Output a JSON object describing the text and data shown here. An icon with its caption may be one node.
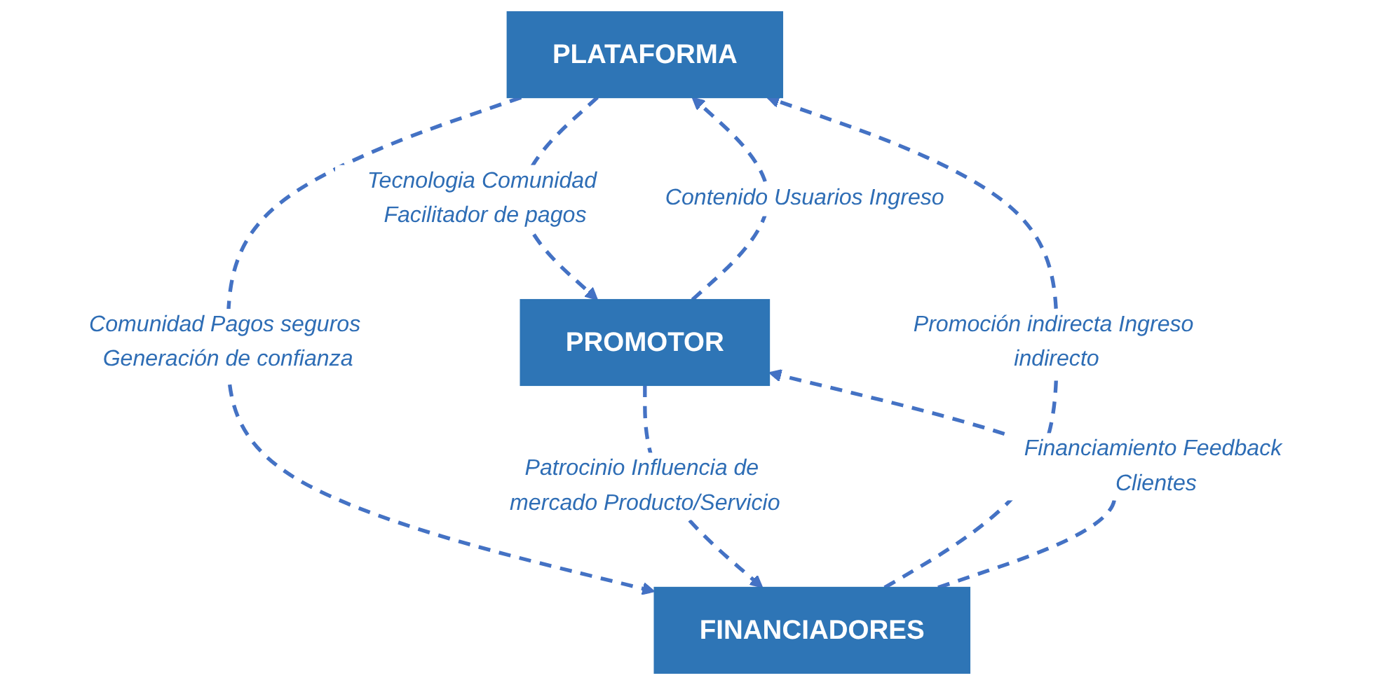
{
  "diagram": {
    "nodes": [
      {
        "text": [
          "PLATAFORMA"
        ]
      },
      {
        "text": [
          "PROMOTOR"
        ]
      },
      {
        "text": [
          "FINANCIADORES"
        ]
      }
    ],
    "edges": [
      {
        "from": 0,
        "to": 1,
        "arrow": "to",
        "style": "dashed",
        "label": "Tecnologia Comunidad Facilitador de pagos"
      },
      {
        "from": 1,
        "to": 0,
        "arrow": "to",
        "style": "dashed",
        "label": "Contenido Usuarios Ingreso"
      },
      {
        "from": 2,
        "to": 0,
        "arrow": "to",
        "style": "dashed",
        "label": "Promoción indirecta Ingreso indirecto"
      },
      {
        "from": 0,
        "to": 2,
        "arrow": "to",
        "style": "dashed",
        "label": "Comunidad Pagos seguros Generación de confianza"
      },
      {
        "from": 1,
        "to": 2,
        "arrow": "to",
        "style": "dashed",
        "label": "Patrocinio Influencia de mercado Producto/Servicio"
      },
      {
        "from": 2,
        "to": 1,
        "arrow": "to",
        "style": "dashed",
        "label": "Financiamiento Feedback Clientes"
      }
    ]
  }
}
